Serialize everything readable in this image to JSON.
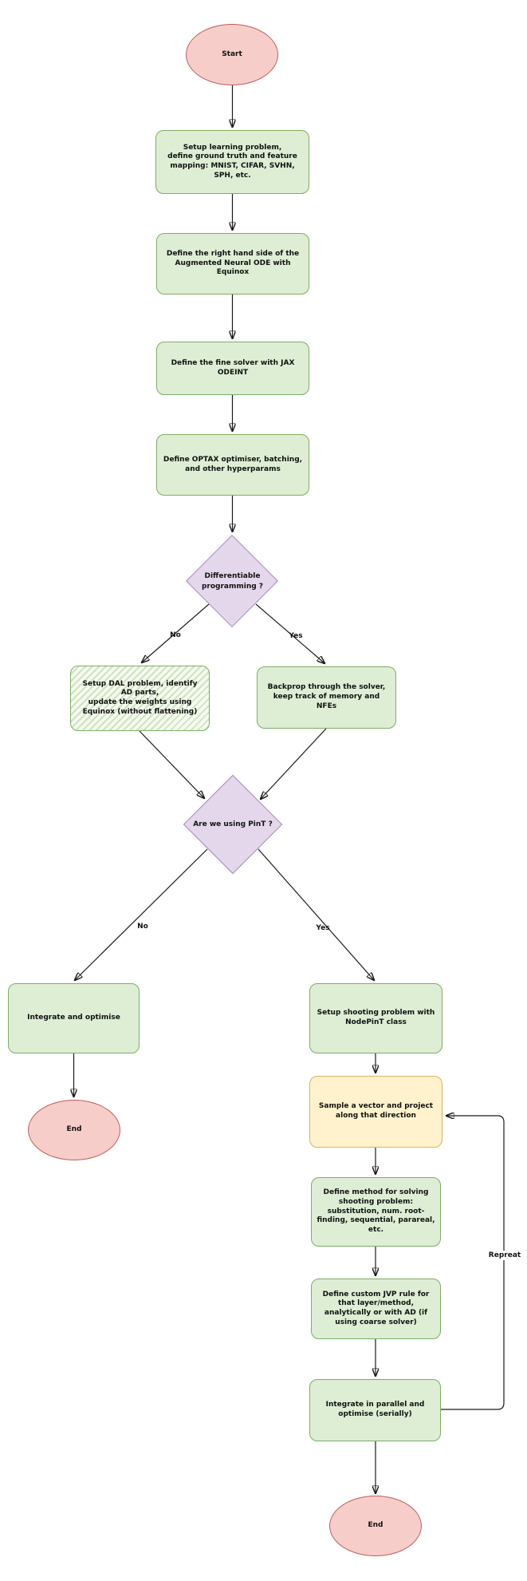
{
  "diagram_type": "flowchart",
  "nodes": {
    "start": {
      "text": "Start"
    },
    "setup_learning": {
      "text": "Setup learning problem,\ndefine ground truth and feature\nmapping: MNIST, CIFAR, SVHN,\nSPH, etc."
    },
    "define_rhs": {
      "text": "Define the right hand side of the\nAugmented Neural ODE with\nEquinox"
    },
    "fine_solver": {
      "text": "Define the fine solver with JAX\nODEINT"
    },
    "optax": {
      "text": "Define OPTAX optimiser, batching,\nand other hyperparams"
    },
    "diff_prog": {
      "text": "Differentiable\nprogramming ?"
    },
    "setup_dal": {
      "text": "Setup DAL problem, identify\nAD parts,\nupdate the weights using\nEquinox (without flattening)"
    },
    "backprop": {
      "text": "Backprop through the solver,\nkeep track of memory and\nNFEs"
    },
    "using_pint": {
      "text": "Are we using PinT ?"
    },
    "integrate_optimise": {
      "text": "Integrate and optimise"
    },
    "end_left": {
      "text": "End"
    },
    "setup_shooting": {
      "text": "Setup shooting problem with\nNodePinT class"
    },
    "sample_vector": {
      "text": "Sample a vector and project\nalong that direction"
    },
    "define_method": {
      "text": "Define method for solving\nshooting problem:\nsubstitution, num. root-\nfinding, sequential, parareal,\netc."
    },
    "define_jvp": {
      "text": "Define custom JVP rule for\nthat layer/method,\nanalytically or with AD (if\nusing coarse solver)"
    },
    "integrate_parallel": {
      "text": "Integrate in parallel and\noptimise (serially)"
    },
    "end_right": {
      "text": "End"
    }
  },
  "edge_labels": {
    "no1": "No",
    "yes1": "Yes",
    "no2": "No",
    "yes2": "Yes",
    "repeat": "Repreat"
  },
  "colors": {
    "process_fill": "#DDEED4",
    "process_border": "#7EAD63",
    "terminal_fill": "#F7CDCA",
    "terminal_border": "#BE5F5B",
    "decision_fill": "#E4D7EC",
    "decision_border": "#A98BBC",
    "loop_fill": "#FFF2CC",
    "loop_border": "#D9B65C",
    "edge_color": "#1A1A1A"
  }
}
